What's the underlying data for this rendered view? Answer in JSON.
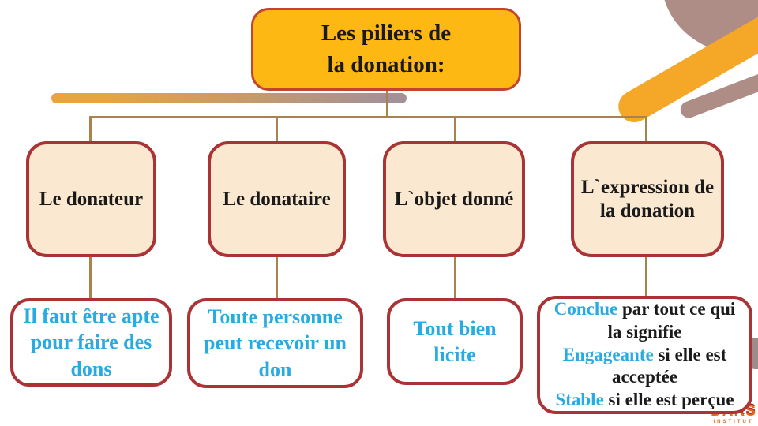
{
  "title": {
    "lines": [
      [
        {
          "t": "Les piliers de",
          "c": "dark"
        }
      ],
      [
        {
          "t": "la donation:",
          "c": "dark"
        }
      ]
    ]
  },
  "pillars": [
    {
      "label": "Le donateur",
      "detail_lines": [
        [
          {
            "t": "Il faut être apte",
            "c": "accent"
          }
        ],
        [
          {
            "t": "pour faire des",
            "c": "accent"
          }
        ],
        [
          {
            "t": "dons",
            "c": "accent"
          }
        ]
      ]
    },
    {
      "label": "Le donataire",
      "detail_lines": [
        [
          {
            "t": "Toute personne",
            "c": "accent"
          }
        ],
        [
          {
            "t": "peut recevoir un",
            "c": "accent"
          }
        ],
        [
          {
            "t": "don",
            "c": "accent"
          }
        ]
      ]
    },
    {
      "label": "L`objet donné",
      "detail_lines": [
        [
          {
            "t": "Tout bien",
            "c": "accent"
          }
        ],
        [
          {
            "t": "licite",
            "c": "accent"
          }
        ]
      ]
    },
    {
      "label": "L`expression de la donation",
      "detail_lines": [
        [
          {
            "t": "Conclue",
            "c": "accent"
          },
          {
            "t": " par tout ce qui",
            "c": "dark"
          }
        ],
        [
          {
            "t": "la signifie",
            "c": "dark"
          }
        ],
        [
          {
            "t": "Engageante",
            "c": "accent"
          },
          {
            "t": " si elle est",
            "c": "dark"
          }
        ],
        [
          {
            "t": "acceptée",
            "c": "dark"
          }
        ],
        [
          {
            "t": "Stable",
            "c": "accent"
          },
          {
            "t": " si elle est perçue",
            "c": "dark"
          }
        ]
      ]
    }
  ],
  "logo": {
    "name": "DARS",
    "subtitle": "INSTITUT"
  },
  "colors": {
    "title_fill": "#FDB813",
    "title_border": "#C2452F",
    "node_fill": "#FBE8D0",
    "node_border": "#A93335",
    "accent_text": "#29ABE2",
    "dark_text": "#1A1A1A",
    "connector": "#A8834B",
    "decor_orange": "#F5A728",
    "decor_mauve": "#AE8D87",
    "gradient_bar_left": "#E9A43C",
    "gradient_bar_right": "#A39099"
  }
}
